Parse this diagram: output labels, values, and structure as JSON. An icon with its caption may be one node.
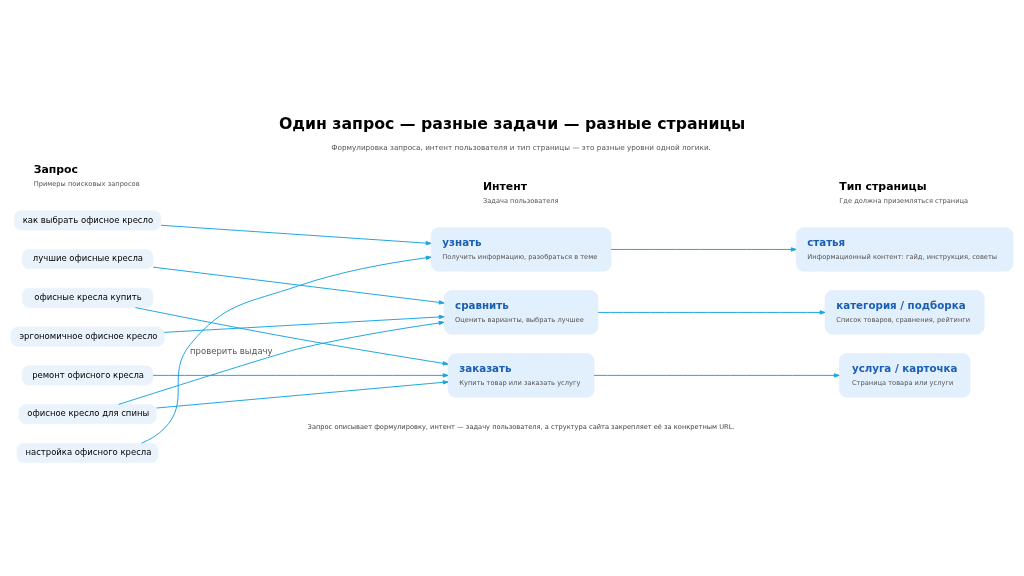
{
  "diagram": {
    "title": "Один запрос — разные задачи — разные страницы",
    "caption": "Запрос описывает формулировку, интент — задачу пользователя, а структура сайта закрепляет её за конкретным URL.",
    "nodes": [
      {
        "text": [
          "как выбрать офисное кресло"
        ]
      },
      {
        "text": [
          "лучшие офисные кресла"
        ]
      },
      {
        "text": [
          "офисные кресла купить"
        ]
      },
      {
        "text": [
          "эргономичное офисное кресло"
        ]
      },
      {
        "text": [
          "ремонт офисного кресла"
        ]
      },
      {
        "text": [
          "офисное кресло для спины"
        ]
      },
      {
        "text": [
          "настройка офисного кресла"
        ]
      },
      {
        "text": [
          "узнать",
          "Получить информацию, разобраться в теме"
        ]
      },
      {
        "text": [
          "сравнить",
          "Оценить варианты, выбрать лучшее"
        ]
      },
      {
        "text": [
          "заказать",
          "Купить товар или заказать услугу"
        ]
      },
      {
        "text": [
          "статья",
          "Информационный контент: гайд, инструкция, советы"
        ]
      },
      {
        "text": [
          "категория / подборка",
          "Список товаров, сравнения, рейтинги"
        ]
      },
      {
        "text": [
          "услуга / карточка",
          "Страница товара или услуги"
        ]
      }
    ],
    "edges": [
      {
        "from": 0,
        "to": 7,
        "arrow": "to"
      },
      {
        "from": 1,
        "to": 8,
        "arrow": "to"
      },
      {
        "from": 2,
        "to": 9,
        "arrow": "to"
      },
      {
        "from": 3,
        "to": 8,
        "arrow": "to"
      },
      {
        "from": 4,
        "to": 9,
        "arrow": "to"
      },
      {
        "from": 5,
        "to": 8,
        "arrow": "to",
        "label": "проверить выдачу"
      },
      {
        "from": 5,
        "to": 9,
        "arrow": "to"
      },
      {
        "from": 6,
        "to": 7,
        "arrow": "to"
      },
      {
        "from": 7,
        "to": 10,
        "arrow": "to"
      },
      {
        "from": 8,
        "to": 11,
        "arrow": "to"
      },
      {
        "from": 9,
        "to": 12,
        "arrow": "to"
      }
    ],
    "labels": [
      "Формулировка запроса, интент пользователя и тип страницы — это разные уровни одной логики.",
      "Запрос",
      "Примеры поисковых запросов",
      "Интент",
      "Задача пользователя",
      "Тип страницы",
      "Где должна приземляться страница"
    ]
  }
}
